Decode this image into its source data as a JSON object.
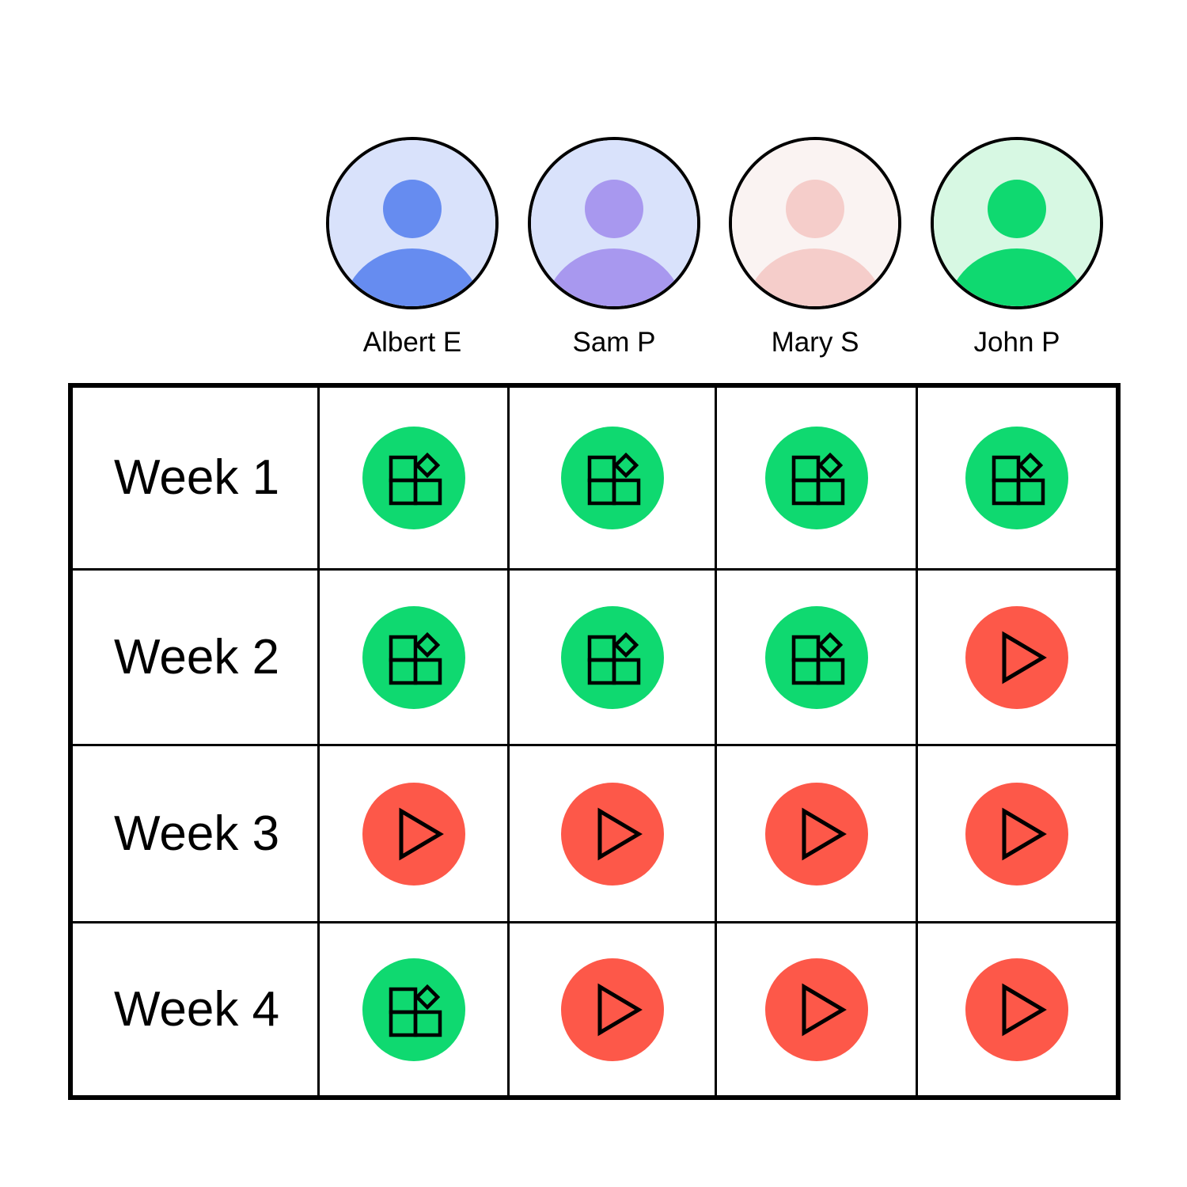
{
  "people": [
    {
      "name": "Albert E",
      "bg": "#d9e2fb",
      "fg": "#668cf0"
    },
    {
      "name": "Sam P",
      "bg": "#d9e2fb",
      "fg": "#a898ef"
    },
    {
      "name": "Mary S",
      "bg": "#faf3f2",
      "fg": "#f5cdca"
    },
    {
      "name": "John P",
      "bg": "#d7f8e3",
      "fg": "#0fd970"
    }
  ],
  "weeks": [
    {
      "label": "Week 1",
      "statuses": [
        "apps",
        "apps",
        "apps",
        "apps"
      ]
    },
    {
      "label": "Week 2",
      "statuses": [
        "apps",
        "apps",
        "apps",
        "play"
      ]
    },
    {
      "label": "Week 3",
      "statuses": [
        "play",
        "play",
        "play",
        "play"
      ]
    },
    {
      "label": "Week 4",
      "statuses": [
        "apps",
        "play",
        "play",
        "play"
      ]
    }
  ],
  "status_styles": {
    "apps": {
      "icon": "apps-icon",
      "color": "#0fd970"
    },
    "play": {
      "icon": "play-icon",
      "color": "#fd5849"
    }
  }
}
